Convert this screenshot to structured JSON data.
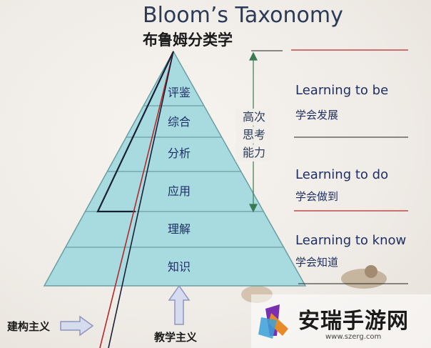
{
  "title": "Bloom’s Taxonomy",
  "subtitle": "布鲁姆分类学",
  "levels": [
    "评鉴",
    "综合",
    "分析",
    "应用",
    "理解",
    "知识"
  ],
  "higher_thinking": [
    "高次",
    "思考",
    "能力"
  ],
  "right_labels": [
    {
      "en": "Learning to be",
      "cn": "学会发展"
    },
    {
      "en": "Learning to do",
      "cn": "学会做到"
    },
    {
      "en": "Learning to know",
      "cn": "学会知道"
    }
  ],
  "bottom": {
    "constructivism": "建构主义",
    "teaching": "教学主义"
  },
  "watermark": {
    "text": "安瑞手游网",
    "url": "www.szerg.com"
  },
  "colors": {
    "pyramid_fill": "#a7dbe0",
    "pyramid_line": "#6b9ea3",
    "accent_red": "#b32a2a",
    "text_blue": "#1f2f63",
    "arrow_fill": "#d6dbee",
    "arrow_stroke": "#8d96c0"
  }
}
